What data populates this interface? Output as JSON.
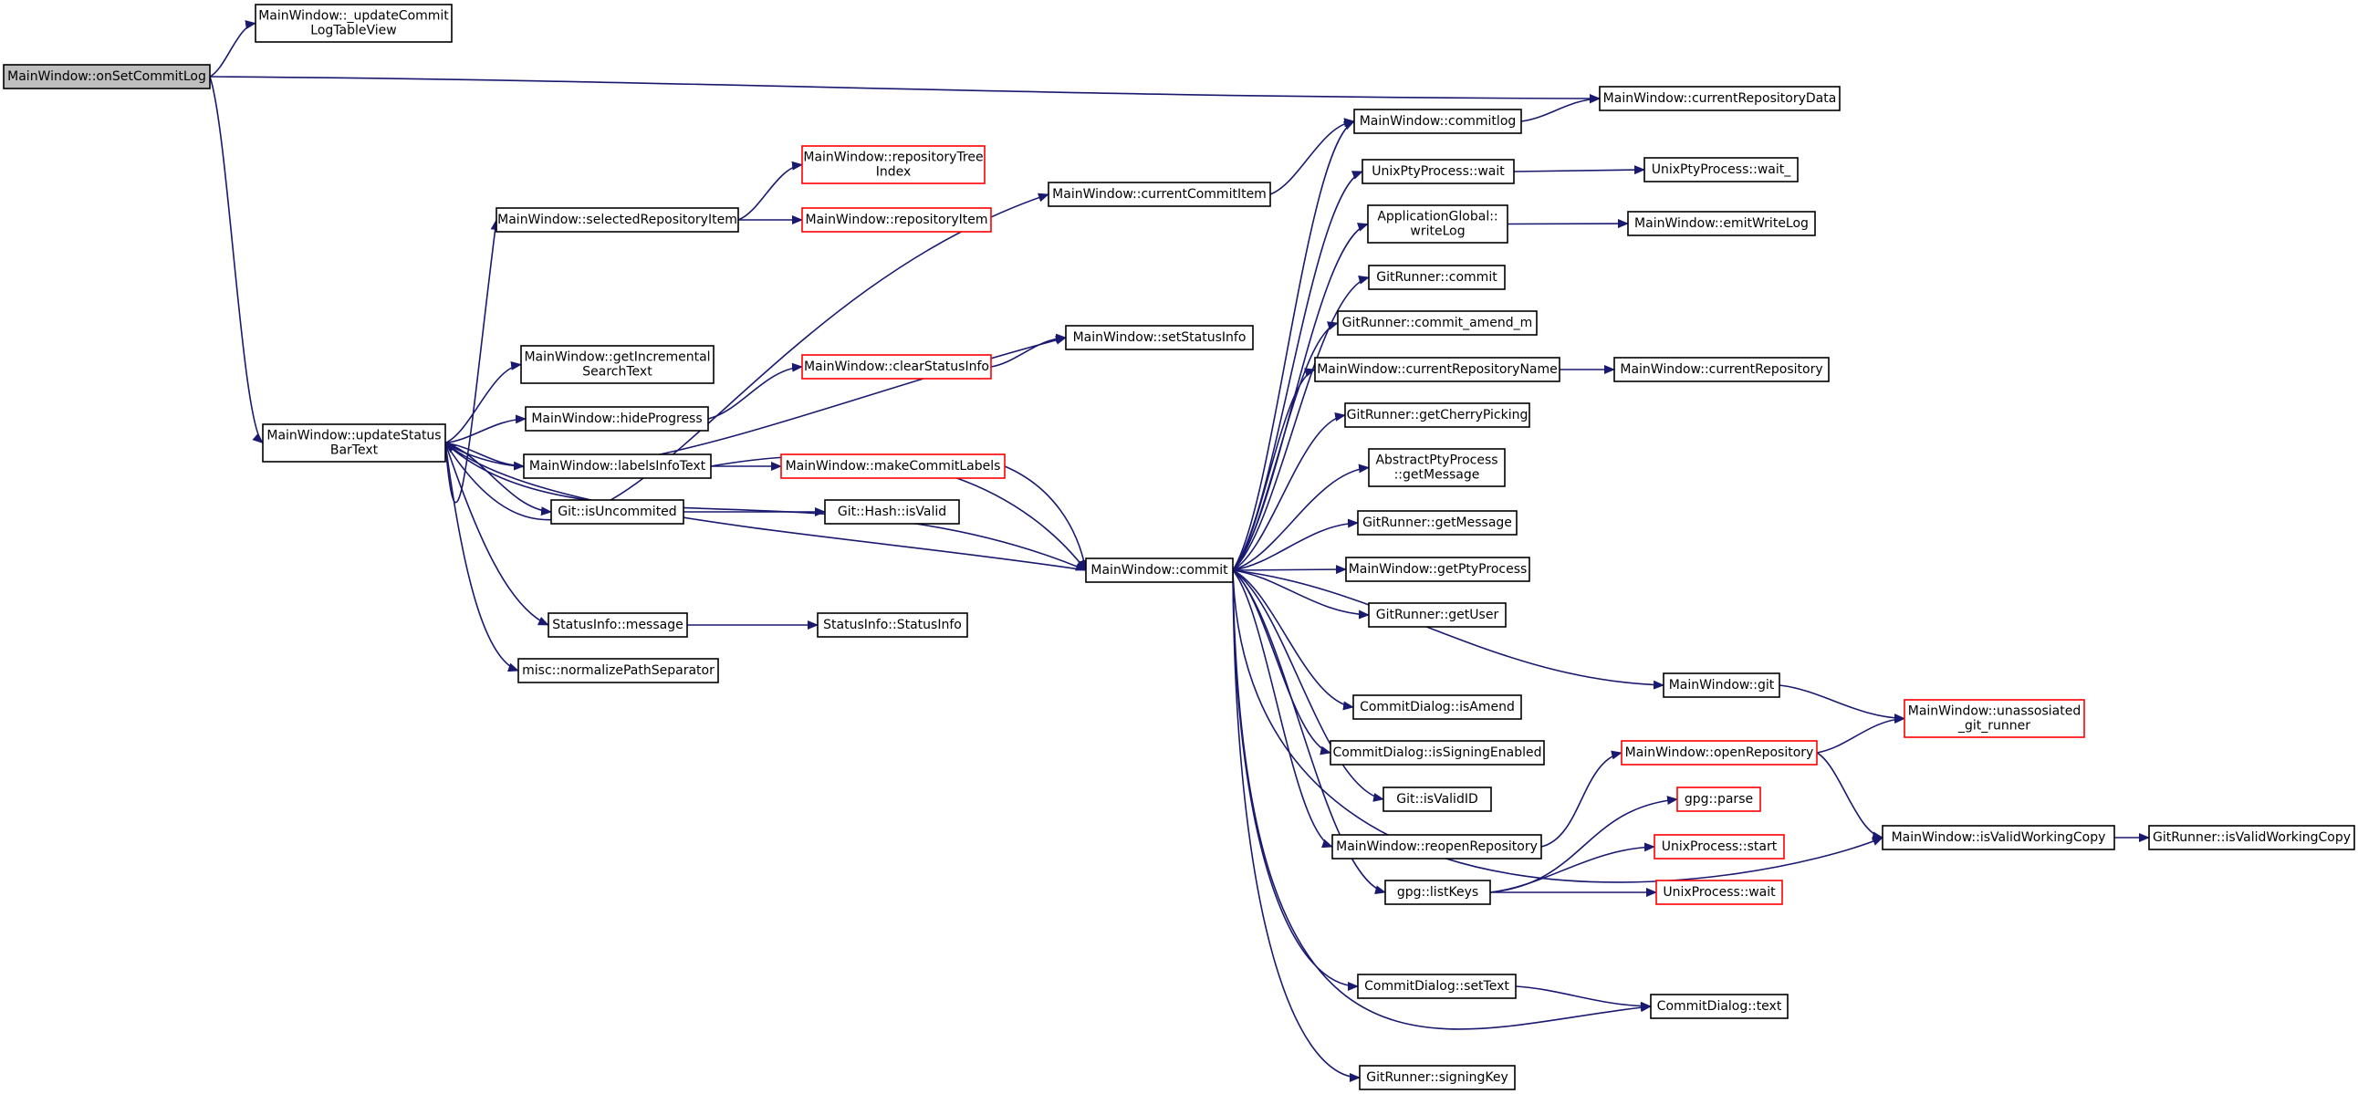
{
  "colors": {
    "edge": "#191970",
    "border_normal": "#000000",
    "border_truncated": "#ff0000",
    "root_fill": "#bfbfbf",
    "node_fill": "#ffffff"
  },
  "nodes": [
    {
      "id": "onSetCommitLog",
      "lines": [
        "MainWindow::onSetCommitLog"
      ],
      "kind": "root"
    },
    {
      "id": "updateCommitLogTableView",
      "lines": [
        "MainWindow::_updateCommit",
        "LogTableView"
      ],
      "kind": "normal"
    },
    {
      "id": "currentRepositoryData",
      "lines": [
        "MainWindow::currentRepositoryData"
      ],
      "kind": "normal"
    },
    {
      "id": "updateStatusBarText",
      "lines": [
        "MainWindow::updateStatus",
        "BarText"
      ],
      "kind": "normal"
    },
    {
      "id": "repositoryTreeIndex",
      "lines": [
        "MainWindow::repositoryTree",
        "Index"
      ],
      "kind": "truncated"
    },
    {
      "id": "selectedRepositoryItem",
      "lines": [
        "MainWindow::selectedRepositoryItem"
      ],
      "kind": "normal"
    },
    {
      "id": "repositoryItem",
      "lines": [
        "MainWindow::repositoryItem"
      ],
      "kind": "truncated"
    },
    {
      "id": "currentCommitItem",
      "lines": [
        "MainWindow::currentCommitItem"
      ],
      "kind": "normal"
    },
    {
      "id": "setStatusInfo",
      "lines": [
        "MainWindow::setStatusInfo"
      ],
      "kind": "normal"
    },
    {
      "id": "getIncrementalSearchText",
      "lines": [
        "MainWindow::getIncremental",
        "SearchText"
      ],
      "kind": "normal"
    },
    {
      "id": "clearStatusInfo",
      "lines": [
        "MainWindow::clearStatusInfo"
      ],
      "kind": "truncated"
    },
    {
      "id": "hideProgress",
      "lines": [
        "MainWindow::hideProgress"
      ],
      "kind": "normal"
    },
    {
      "id": "labelsInfoText",
      "lines": [
        "MainWindow::labelsInfoText"
      ],
      "kind": "normal"
    },
    {
      "id": "makeCommitLabels",
      "lines": [
        "MainWindow::makeCommitLabels"
      ],
      "kind": "truncated"
    },
    {
      "id": "isUncommited",
      "lines": [
        "Git::isUncommited"
      ],
      "kind": "normal"
    },
    {
      "id": "hashIsValid",
      "lines": [
        "Git::Hash::isValid"
      ],
      "kind": "normal"
    },
    {
      "id": "commit",
      "lines": [
        "MainWindow::commit"
      ],
      "kind": "normal"
    },
    {
      "id": "statusInfoMessage",
      "lines": [
        "StatusInfo::message"
      ],
      "kind": "normal"
    },
    {
      "id": "statusInfoCtor",
      "lines": [
        "StatusInfo::StatusInfo"
      ],
      "kind": "normal"
    },
    {
      "id": "normalizePathSeparator",
      "lines": [
        "misc::normalizePathSeparator"
      ],
      "kind": "normal"
    },
    {
      "id": "commitlog",
      "lines": [
        "MainWindow::commitlog"
      ],
      "kind": "normal"
    },
    {
      "id": "unixPtyWait",
      "lines": [
        "UnixPtyProcess::wait"
      ],
      "kind": "normal"
    },
    {
      "id": "unixPtyWaitU",
      "lines": [
        "UnixPtyProcess::wait_"
      ],
      "kind": "normal"
    },
    {
      "id": "writeLog",
      "lines": [
        "ApplicationGlobal::",
        "writeLog"
      ],
      "kind": "normal"
    },
    {
      "id": "emitWriteLog",
      "lines": [
        "MainWindow::emitWriteLog"
      ],
      "kind": "normal"
    },
    {
      "id": "gitRunnerCommit",
      "lines": [
        "GitRunner::commit"
      ],
      "kind": "normal"
    },
    {
      "id": "commitAmend",
      "lines": [
        "GitRunner::commit_amend_m"
      ],
      "kind": "normal"
    },
    {
      "id": "currentRepositoryName",
      "lines": [
        "MainWindow::currentRepositoryName"
      ],
      "kind": "normal"
    },
    {
      "id": "currentRepository",
      "lines": [
        "MainWindow::currentRepository"
      ],
      "kind": "normal"
    },
    {
      "id": "getCherryPicking",
      "lines": [
        "GitRunner::getCherryPicking"
      ],
      "kind": "normal"
    },
    {
      "id": "abstractGetMessage",
      "lines": [
        "AbstractPtyProcess",
        "::getMessage"
      ],
      "kind": "normal"
    },
    {
      "id": "gitRunnerGetMessage",
      "lines": [
        "GitRunner::getMessage"
      ],
      "kind": "normal"
    },
    {
      "id": "getPtyProcess",
      "lines": [
        "MainWindow::getPtyProcess"
      ],
      "kind": "normal"
    },
    {
      "id": "getUser",
      "lines": [
        "GitRunner::getUser"
      ],
      "kind": "normal"
    },
    {
      "id": "mwGit",
      "lines": [
        "MainWindow::git"
      ],
      "kind": "normal"
    },
    {
      "id": "unassosiated",
      "lines": [
        "MainWindow::unassosiated",
        "_git_runner"
      ],
      "kind": "truncated"
    },
    {
      "id": "isAmend",
      "lines": [
        "CommitDialog::isAmend"
      ],
      "kind": "normal"
    },
    {
      "id": "isSigningEnabled",
      "lines": [
        "CommitDialog::isSigningEnabled"
      ],
      "kind": "normal"
    },
    {
      "id": "openRepository",
      "lines": [
        "MainWindow::openRepository"
      ],
      "kind": "truncated"
    },
    {
      "id": "gitIsValidID",
      "lines": [
        "Git::isValidID"
      ],
      "kind": "normal"
    },
    {
      "id": "gpgParse",
      "lines": [
        "gpg::parse"
      ],
      "kind": "truncated"
    },
    {
      "id": "reopenRepository",
      "lines": [
        "MainWindow::reopenRepository"
      ],
      "kind": "normal"
    },
    {
      "id": "unixProcessStart",
      "lines": [
        "UnixProcess::start"
      ],
      "kind": "truncated"
    },
    {
      "id": "mwIsValidWorkingCopy",
      "lines": [
        "MainWindow::isValidWorkingCopy"
      ],
      "kind": "normal"
    },
    {
      "id": "grIsValidWorkingCopy",
      "lines": [
        "GitRunner::isValidWorkingCopy"
      ],
      "kind": "normal"
    },
    {
      "id": "listKeys",
      "lines": [
        "gpg::listKeys"
      ],
      "kind": "normal"
    },
    {
      "id": "unixProcessWait",
      "lines": [
        "UnixProcess::wait"
      ],
      "kind": "truncated"
    },
    {
      "id": "setText",
      "lines": [
        "CommitDialog::setText"
      ],
      "kind": "normal"
    },
    {
      "id": "dialogText",
      "lines": [
        "CommitDialog::text"
      ],
      "kind": "normal"
    },
    {
      "id": "signingKey",
      "lines": [
        "GitRunner::signingKey"
      ],
      "kind": "normal"
    }
  ],
  "edges": [
    [
      "onSetCommitLog",
      "updateCommitLogTableView"
    ],
    [
      "onSetCommitLog",
      "currentRepositoryData"
    ],
    [
      "onSetCommitLog",
      "updateStatusBarText"
    ],
    [
      "updateStatusBarText",
      "selectedRepositoryItem"
    ],
    [
      "updateStatusBarText",
      "currentCommitItem"
    ],
    [
      "updateStatusBarText",
      "setStatusInfo"
    ],
    [
      "updateStatusBarText",
      "getIncrementalSearchText"
    ],
    [
      "updateStatusBarText",
      "hideProgress"
    ],
    [
      "updateStatusBarText",
      "labelsInfoText"
    ],
    [
      "updateStatusBarText",
      "isUncommited"
    ],
    [
      "updateStatusBarText",
      "commit"
    ],
    [
      "updateStatusBarText",
      "statusInfoMessage"
    ],
    [
      "updateStatusBarText",
      "normalizePathSeparator"
    ],
    [
      "selectedRepositoryItem",
      "repositoryTreeIndex"
    ],
    [
      "selectedRepositoryItem",
      "repositoryItem"
    ],
    [
      "currentCommitItem",
      "commitlog"
    ],
    [
      "hideProgress",
      "clearStatusInfo"
    ],
    [
      "clearStatusInfo",
      "setStatusInfo"
    ],
    [
      "labelsInfoText",
      "makeCommitLabels"
    ],
    [
      "labelsInfoText",
      "commit"
    ],
    [
      "makeCommitLabels",
      "commit"
    ],
    [
      "isUncommited",
      "hashIsValid"
    ],
    [
      "statusInfoMessage",
      "statusInfoCtor"
    ],
    [
      "commit",
      "updateStatusBarText"
    ],
    [
      "commit",
      "commitlog"
    ],
    [
      "commit",
      "unixPtyWait"
    ],
    [
      "commit",
      "writeLog"
    ],
    [
      "commit",
      "gitRunnerCommit"
    ],
    [
      "commit",
      "commitAmend"
    ],
    [
      "commit",
      "currentRepositoryName"
    ],
    [
      "commit",
      "getCherryPicking"
    ],
    [
      "commit",
      "abstractGetMessage"
    ],
    [
      "commit",
      "gitRunnerGetMessage"
    ],
    [
      "commit",
      "getPtyProcess"
    ],
    [
      "commit",
      "getUser"
    ],
    [
      "commit",
      "mwGit"
    ],
    [
      "commit",
      "isAmend"
    ],
    [
      "commit",
      "isSigningEnabled"
    ],
    [
      "commit",
      "gitIsValidID"
    ],
    [
      "commit",
      "reopenRepository"
    ],
    [
      "commit",
      "listKeys"
    ],
    [
      "commit",
      "mwIsValidWorkingCopy"
    ],
    [
      "commit",
      "setText"
    ],
    [
      "commit",
      "dialogText"
    ],
    [
      "commit",
      "signingKey"
    ],
    [
      "commitlog",
      "currentRepositoryData"
    ],
    [
      "unixPtyWait",
      "unixPtyWaitU"
    ],
    [
      "writeLog",
      "emitWriteLog"
    ],
    [
      "currentRepositoryName",
      "currentRepository"
    ],
    [
      "mwGit",
      "unassosiated"
    ],
    [
      "reopenRepository",
      "openRepository"
    ],
    [
      "openRepository",
      "unassosiated"
    ],
    [
      "openRepository",
      "mwIsValidWorkingCopy"
    ],
    [
      "mwIsValidWorkingCopy",
      "grIsValidWorkingCopy"
    ],
    [
      "listKeys",
      "gpgParse"
    ],
    [
      "listKeys",
      "unixProcessStart"
    ],
    [
      "listKeys",
      "unixProcessWait"
    ],
    [
      "setText",
      "dialogText"
    ]
  ]
}
